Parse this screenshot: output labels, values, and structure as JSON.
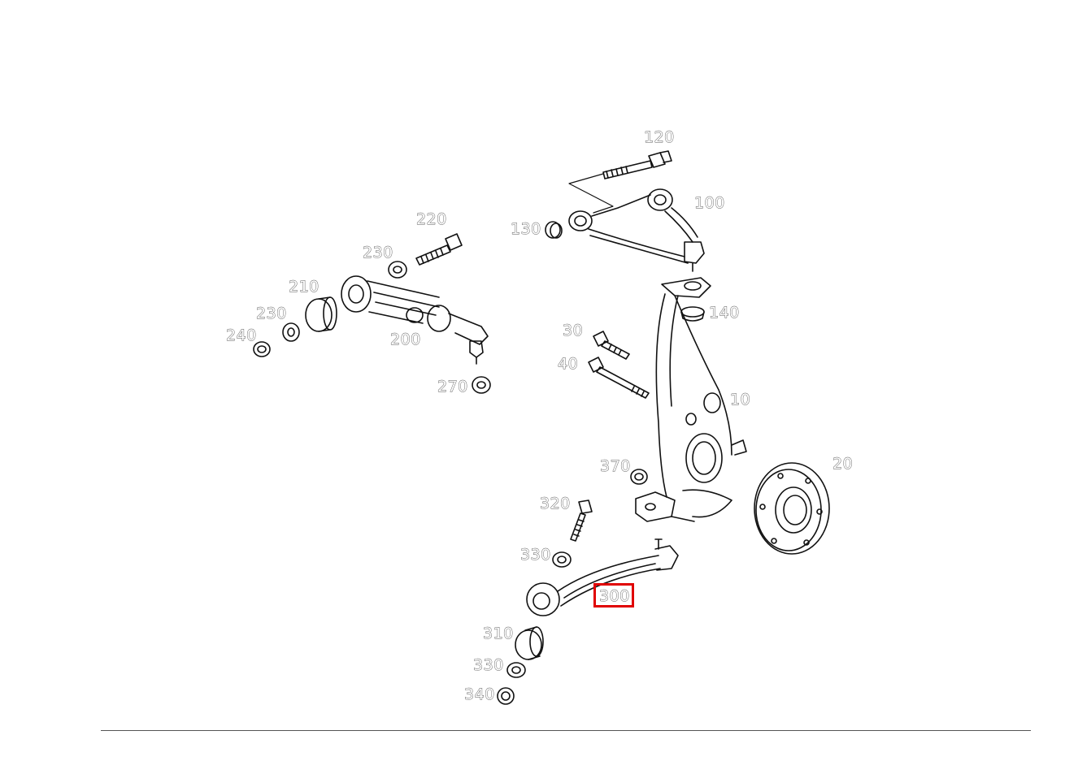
{
  "labels": {
    "p120": "120",
    "p100": "100",
    "p130": "130",
    "p220": "220",
    "p230a": "230",
    "p210": "210",
    "p230b": "230",
    "p240": "240",
    "p200": "200",
    "p270": "270",
    "p140": "140",
    "p30": "30",
    "p40": "40",
    "p10": "10",
    "p20": "20",
    "p370": "370",
    "p320": "320",
    "p330a": "330",
    "p300": "300",
    "p310": "310",
    "p330b": "330",
    "p340": "340"
  },
  "highlight": {
    "part": "300",
    "color": "#e00000"
  }
}
